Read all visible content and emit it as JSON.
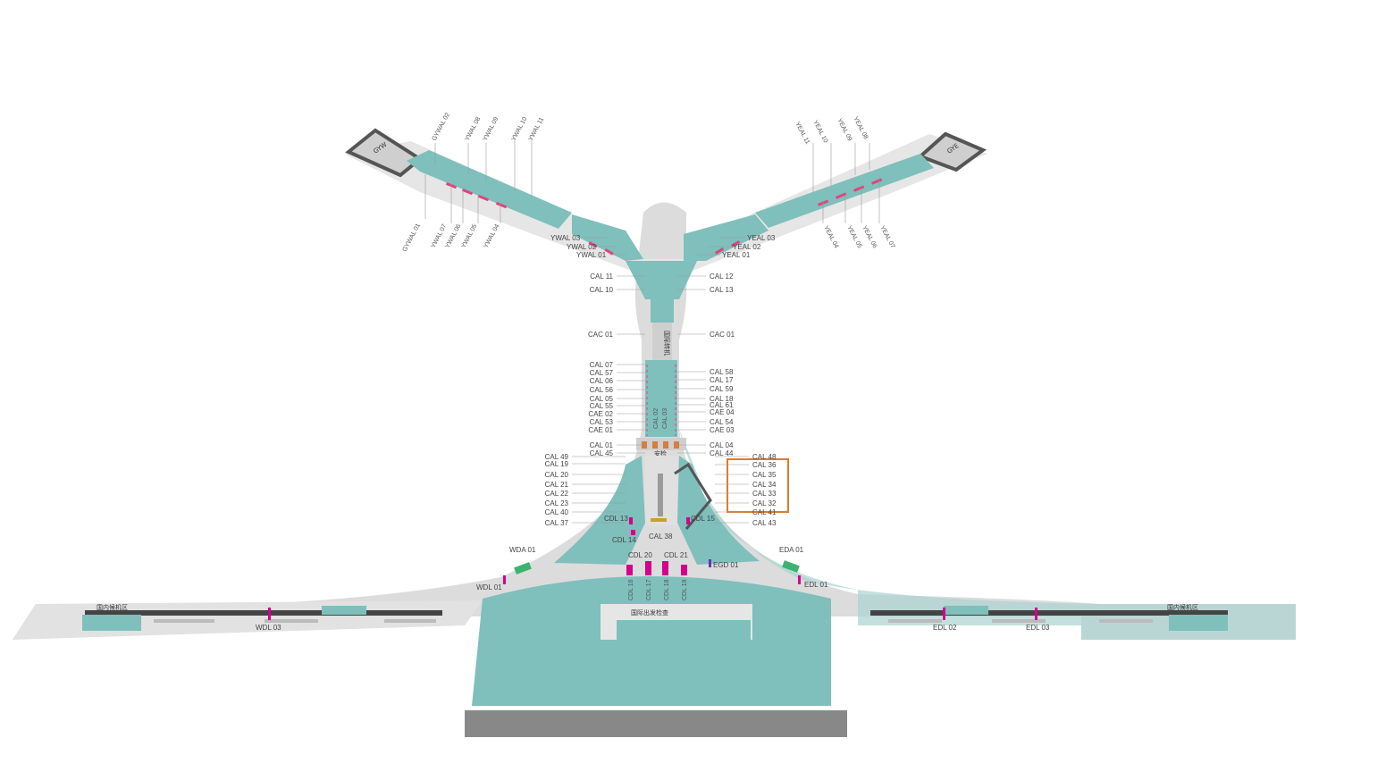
{
  "map": {
    "colors": {
      "building": "#7fbfbc",
      "building_dark": "#5fa8a4",
      "apron": "#dcdcdc",
      "apron_light": "#a9d3d0",
      "gate_marker": "#e0457a",
      "bridge_marker": "#d4008c",
      "door_green": "#3cb371",
      "highlight": "#e07b2a",
      "ground_dark": "#888888"
    },
    "zone_labels": {
      "left_pier_end": "GYW",
      "right_pier_end": "GYE",
      "left_domestic": "国内候机区",
      "right_domestic": "国内候机区",
      "center_hall": "国际出发检查",
      "central_corridor": "国际转机",
      "security": "安检"
    },
    "left_pier": {
      "upper_labels": [
        "GYWAL 02",
        "YWAL 08",
        "YWAL 09",
        "YWAL 10",
        "YWAL 11"
      ],
      "lower_labels": [
        "GYWAL 01",
        "YWAL 07",
        "YWAL 06",
        "YWAL 05",
        "YWAL 04"
      ],
      "inner_labels": [
        "YWAL 03",
        "YWAL 02",
        "YWAL 01"
      ]
    },
    "right_pier": {
      "upper_labels": [
        "YEAL 11",
        "YEAL 10",
        "YEAL 09",
        "YEAL 08"
      ],
      "lower_labels": [
        "YEAL 04",
        "YEAL 05",
        "YEAL 06",
        "YEAL 07"
      ],
      "inner_labels": [
        "YEAL 03",
        "YEAL 02",
        "YEAL 01"
      ]
    },
    "corridor_left": [
      "CAL 11",
      "CAL 10",
      "CAC 01",
      "CAL 07",
      "CAL 57",
      "CAL 06",
      "CAL 56",
      "CAL 05",
      "CAL 55",
      "CAE 02",
      "CAL 53",
      "CAE 01",
      "CAL 01",
      "CAL 45"
    ],
    "corridor_right": [
      "CAL 12",
      "CAL 13",
      "CAC 01",
      "CAL 58",
      "CAL 17",
      "CAL 59",
      "CAL 18",
      "CAL 61",
      "CAE 04",
      "CAL 54",
      "CAE 03",
      "CAL 04",
      "CAL 44"
    ],
    "center_vertical": [
      "CAL 02",
      "CAL 03"
    ],
    "lower_left": [
      "CAL 49",
      "CAL 19",
      "CAL 20",
      "CAL 21",
      "CAL 22",
      "CAL 23",
      "CAL 40",
      "CAL 37"
    ],
    "lower_right": [
      "CAL 48",
      "CAL 36",
      "CAL 35",
      "CAL 34",
      "CAL 33",
      "CAL 32",
      "CAL 41",
      "CAL 43"
    ],
    "hub": {
      "cdl13": "CDL 13",
      "cdl14": "CDL 14",
      "cal38": "CAL 38",
      "cdl15": "CDL 15",
      "cdl20": "CDL 20",
      "cdl21": "CDL 21",
      "cdl16": "CDL 16",
      "cdl17": "CDL 17",
      "cdl18": "CDL 18",
      "cdl19": "CDL 19",
      "egd01": "EGD 01"
    },
    "wings": {
      "wda01": "WDA 01",
      "wdl01": "WDL 01",
      "wdl03": "WDL 03",
      "eda01": "EDA 01",
      "edl01": "EDL 01",
      "edl02": "EDL 02",
      "edl03": "EDL 03"
    }
  }
}
